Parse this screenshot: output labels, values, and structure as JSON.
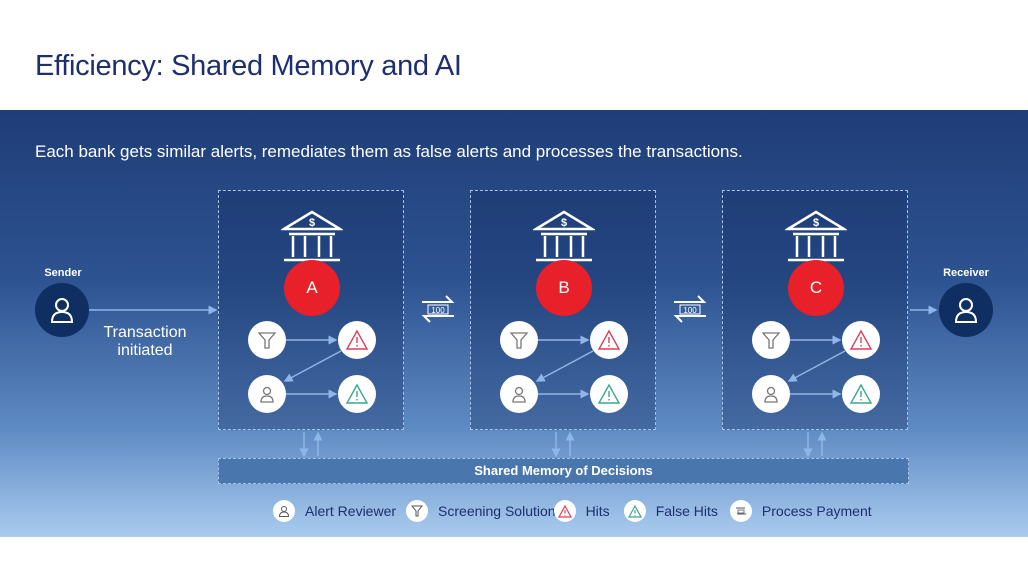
{
  "title": "Efficiency: Shared Memory and AI",
  "subtitle": "Each bank gets similar alerts, remediates them as false alerts and processes the transactions.",
  "sender": "Sender",
  "receiver": "Receiver",
  "transaction": "Transaction initiated",
  "exchange_amount": "100",
  "banks": [
    {
      "label": "A"
    },
    {
      "label": "B"
    },
    {
      "label": "C"
    }
  ],
  "shared_memory": "Shared Memory of Decisions",
  "legend": [
    "Alert Reviewer",
    "Screening Solution",
    "Hits",
    "False Hits",
    "Process Payment"
  ],
  "colors": {
    "bank_badge": "#e8202a",
    "hit": "#d9405a",
    "false_hit": "#3aa88c",
    "navy": "#0f2e62"
  }
}
